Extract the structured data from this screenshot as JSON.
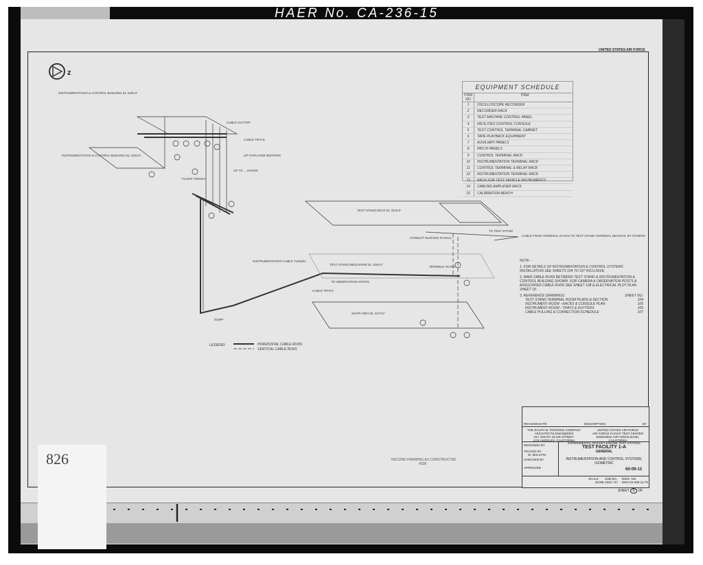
{
  "header": {
    "haer_number": "HAER No. CA-236-15"
  },
  "sheet_tag": "UNITED STATES AIR FORCE",
  "card_number": "826",
  "equipment_schedule": {
    "title": "EQUIPMENT SCHEDULE",
    "col_no": "ITEM NO",
    "col_item": "ITEM",
    "items": [
      {
        "no": "1",
        "item": "OSCILLOSCOPE RECORDER"
      },
      {
        "no": "2",
        "item": "RECORDER RACK"
      },
      {
        "no": "3",
        "item": "TEST MACHINE CONTROL PANEL"
      },
      {
        "no": "4",
        "item": "FACILITIES CONTROL CONSOLE"
      },
      {
        "no": "5",
        "item": "TEST CONTROL TERMINAL CABINET"
      },
      {
        "no": "6",
        "item": "TAPE PLAYBACK EQUIPMENT"
      },
      {
        "no": "7",
        "item": "AUXILIARY PANELS"
      },
      {
        "no": "8",
        "item": "PATCH PANELS"
      },
      {
        "no": "9",
        "item": "CONTROL TERMINAL RACK"
      },
      {
        "no": "10",
        "item": "INSTRUMENTATION TERMINAL RACK"
      },
      {
        "no": "11",
        "item": "CONTROL TERMINAL & RELAY RACK"
      },
      {
        "no": "12",
        "item": "INSTRUMENTATION TERMINAL RACK"
      },
      {
        "no": "13",
        "item": "RACK FOR TEST VEHICLE INSTRUMENTS"
      },
      {
        "no": "14",
        "item": "CABLING AMPLIFIER RACK"
      },
      {
        "no": "15",
        "item": "CALIBRATION BENCH"
      }
    ]
  },
  "notes": {
    "title": "NOTE -",
    "items": [
      "1. FOR DETAILS OF INSTRUMENTATION & CONTROL SYSTEMS INSTALLATION SEE SHEETS 104 TO 107 INCLUSIVE.",
      "2. MAIN CABLE RUNS BETWEEN TEST STAND & INSTRUMENTATION & CONTROL BUILDING SHOWN. FOR CAMERA & OBSERVATION POSTS & ASSOCIATED CABLE RUNS SEE SHEET 108 & ELECTRICAL PLOT PLAN SHEET 18.",
      "3. REFERENCE DRAWINGS"
    ],
    "refs_header": "SHEET NO.",
    "refs": [
      {
        "title": "TEST STAND TERMINAL ROOM PLANS & SECTION",
        "sheet": "104"
      },
      {
        "title": "INSTRUMENT ROOM - RACKS & CONSOLE PLAN",
        "sheet": "105"
      },
      {
        "title": "INSTRUMENT ROOM - TRAYS & GUTTERS",
        "sheet": "106"
      },
      {
        "title": "CABLE PULLING & CONNECTION SCHEDULE",
        "sheet": "107"
      }
    ]
  },
  "labels": {
    "bldg_top": "INSTRUMENTATION & CONTROL BUILDING EL 3185.0'",
    "bldg_left": "INSTRUMENTATION & CONTROL BUILDING EL 3183.5'",
    "cable_gutter": "CABLE GUTTER",
    "cable_trays": "CABLE TRAYS",
    "up_thru": "UP THRU RISE BUFFERS",
    "floor_trench": "FLOOR TRENCH",
    "up_to": "UP TO ... STAIRS",
    "deck": "TEST STAND DECK  EL 3210.0'",
    "to_test_stand": "TO TEST STAND",
    "cable_from": "CABLE FROM TERMINAL RACKS TO TEST STAND TERMINAL DEVICES, BY OTHERS",
    "conduit": "CONDUIT SLEEVES IN WALL",
    "tunnel": "INSTRUMENTATION CABLE TUNNEL",
    "mezzanine": "TEST STAND MEZZANINE EL 3183.5'",
    "terminal_room": "TERMINAL ROOM",
    "observation": "TO OBSERVATION POSTS",
    "cable_trays2": "CABLE TRAYS",
    "shop": "SHOP AREA  EL 3173.0'",
    "sump": "SUMP"
  },
  "legend": {
    "title": "LEGEND",
    "horizontal": "HORIZONTAL CABLE RUNS",
    "vertical": "VERTICAL CABLE RUNS"
  },
  "title_block": {
    "revision": "REVISION",
    "date": "DATE",
    "description": "DESCRIPTION",
    "by": "BY",
    "firm": [
      "THE RALPH M. PARSONS COMPANY",
      "ARCHITECTS-ENGINEERS",
      "617 SOUTH OLIVE STREET",
      "LOS ANGELES, CALIFORNIA"
    ],
    "agency": [
      "UNITED STATES AIR FORCE",
      "AIR FORCE FLIGHT TEST CENTER",
      "EDWARDS AIR FORCE BASE, CALIFORNIA"
    ],
    "project_header": "EXPERIMENTAL ROCKET ENGINE TEST STATION",
    "title1": "TEST FACILITY 1-A",
    "title2": "GENERAL",
    "subtitle": "INSTRUMENTATION AND CONTROL SYSTEMS, ISOMETRIC",
    "designed_by": "DESIGNED BY",
    "traced_by": "TRACED BY",
    "tracer": "W. BOLSTIN",
    "checked_by": "CHECKED BY",
    "approved": "APPROVED",
    "scale_label": "SCALE",
    "scale": "NONE",
    "job_label": "JOB NO.",
    "job": "1520 / 57",
    "dwg_label": "DWG. NO.",
    "dwg": "ENG-04-259-11-75",
    "drawing_no": "60-09-13",
    "sheet_label": "SHEET",
    "sheet_no": "6",
    "of": "OF"
  },
  "record": {
    "title": "RECORD DRAWING AS CONSTRUCTED",
    "ref": "4338"
  }
}
